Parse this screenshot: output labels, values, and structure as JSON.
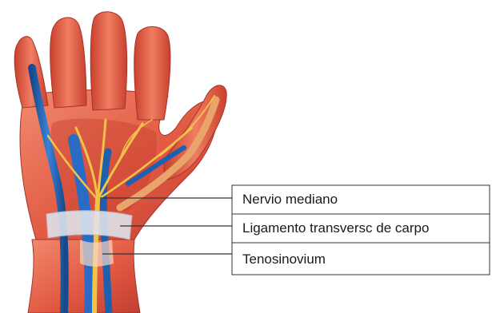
{
  "figure": {
    "labels": [
      {
        "text": "Nervio mediano"
      },
      {
        "text": "Ligamento transversc de carpo"
      },
      {
        "text": "Tenosinovium"
      }
    ]
  },
  "colors": {
    "skin": "#e8634a",
    "skin_dark": "#b8352a",
    "skin_light": "#f39a7e",
    "nerve": "#f0c24a",
    "vein": "#1f5fb0",
    "ligament": "#dfe6ee",
    "line": "#333333"
  },
  "icons": [
    "hand-anatomy-illustration"
  ]
}
